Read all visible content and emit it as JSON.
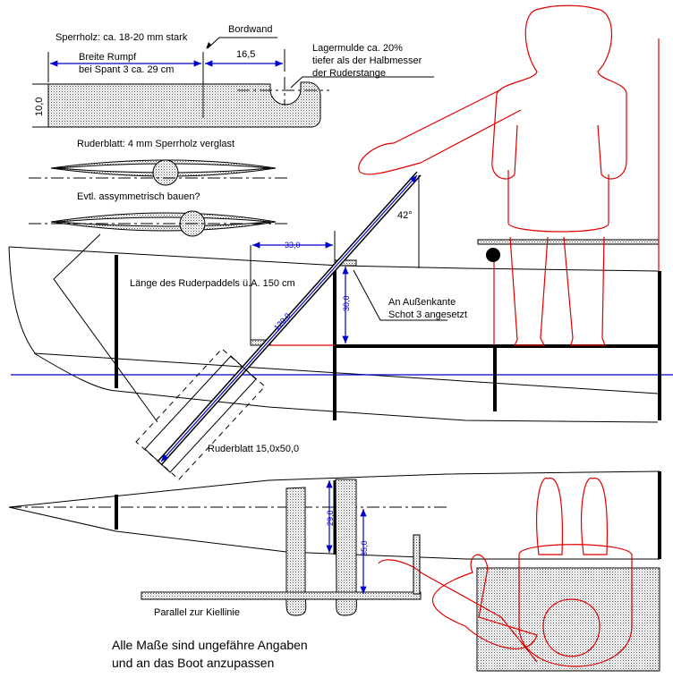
{
  "diagram": {
    "title_note": "Alle Maße sind ungefähre Angaben",
    "title_note_line2": "und an das Boot anzupassen",
    "colors": {
      "outline": "#000000",
      "dimension": "#0000cc",
      "figure": "#e00000",
      "material_fill": "dotted-grey"
    },
    "section_top": {
      "label_material": "Sperrholz: ca. 18-20 mm stark",
      "label_bordwand": "Bordwand",
      "label_breite_line1": "Breite Rumpf",
      "label_breite_line2": "bei Spant 3 ca. 29 cm",
      "dim_16_5": "16,5",
      "dim_height": "10,0",
      "label_lager_line1": "Lagermulde ca. 20%",
      "label_lager_line2": "tiefer als der Halbmesser",
      "label_lager_line3": "der Ruderstange"
    },
    "blade_sections": {
      "label_1": "Ruderblatt: 4 mm Sperrholz verglast",
      "label_2": "Evtl. assymmetrisch bauen?"
    },
    "side_view": {
      "dim_33": "33,0",
      "dim_30": "30,0",
      "dim_120": "120,0",
      "angle": "42°",
      "label_length": "Länge des Ruderpaddels ü.A. 150 cm",
      "label_edge_line1": "An Außenkante",
      "label_edge_line2": "Schot 3 angesetzt",
      "label_blade": "Ruderblatt 15,0x50,0"
    },
    "top_view": {
      "dim_29": "29,0",
      "dim_35": "35,0",
      "label_parallel": "Parallel zur Kiellinie"
    }
  }
}
